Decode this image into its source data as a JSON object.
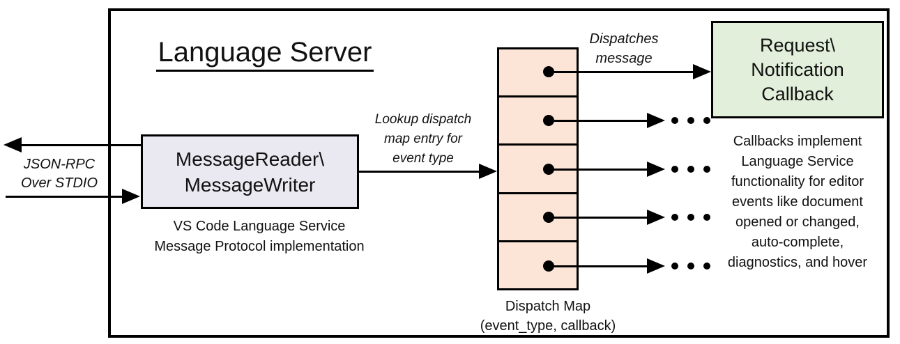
{
  "diagram": {
    "title": "Language Server",
    "io_label": {
      "line1": "JSON-RPC",
      "line2": "Over STDIO"
    },
    "message_box": {
      "line1": "MessageReader\\",
      "line2": "MessageWriter",
      "fill": "#eae9f2",
      "caption_line1": "VS Code Language Service",
      "caption_line2": "Message Protocol implementation"
    },
    "lookup_label": {
      "line1": "Lookup dispatch",
      "line2": "map entry for",
      "line3": "event type"
    },
    "dispatch_map": {
      "cell_count": 5,
      "fill": "#fce5d6",
      "label_line1": "Dispatch Map",
      "label_line2": "(event_type, callback)"
    },
    "dispatches_label": {
      "line1": "Dispatches",
      "line2": "message"
    },
    "callback_box": {
      "line1": "Request\\",
      "line2": "Notification",
      "line3": "Callback",
      "fill": "#e2efda"
    },
    "callback_note": {
      "lines": [
        "Callbacks implement",
        "Language Service",
        "functionality for editor",
        "events like document",
        "opened or changed,",
        "auto-complete,",
        "diagnostics, and hover"
      ]
    },
    "ellipsis_text": "...",
    "colors": {
      "border": "#000000",
      "message_box_fill": "#eae9f2",
      "dispatch_map_fill": "#fce5d6",
      "callback_box_fill": "#e2efda"
    }
  }
}
